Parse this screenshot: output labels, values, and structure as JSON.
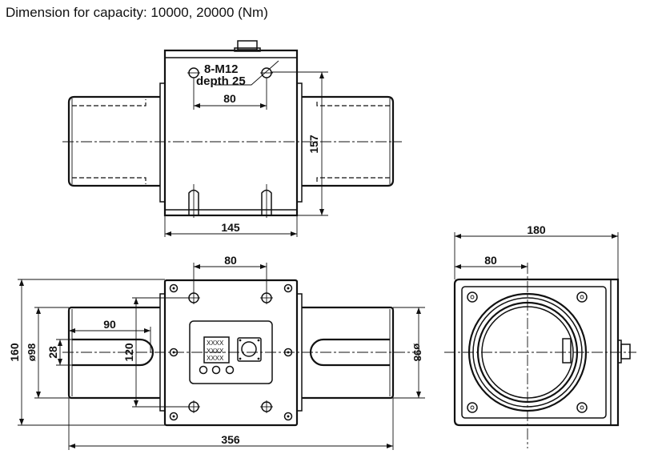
{
  "title": "Dimension for capacity: 10000, 20000 (Nm)",
  "top_view": {
    "hole_note_line1": "8-M12",
    "hole_note_line2": "depth 25",
    "dim_hole_spacing": "80",
    "dim_height": "157",
    "dim_body_width": "145"
  },
  "front_view": {
    "dim_hole_spacing": "80",
    "dim_overall_height": "160",
    "dim_shaft_diameter_left": "ø98",
    "dim_shaft_diameter_right": "ø98",
    "dim_keyway_width": "28",
    "dim_keyway_length": "90",
    "dim_hole_spacing_vertical": "120",
    "dim_overall_length": "356",
    "label_plate_lines": [
      "XXXX",
      "XXXX",
      "XXXX"
    ]
  },
  "side_view": {
    "dim_width": "180",
    "dim_center_offset": "80"
  }
}
